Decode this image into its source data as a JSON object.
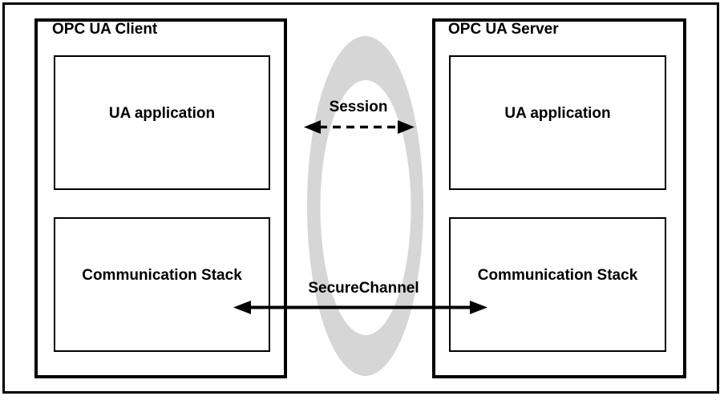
{
  "client": {
    "title": "OPC UA Client",
    "app_label": "UA application",
    "stack_label": "Communication Stack"
  },
  "server": {
    "title": "OPC UA Server",
    "app_label": "UA application",
    "stack_label": "Communication Stack"
  },
  "connections": {
    "session": {
      "label": "Session",
      "line_style": "dashed"
    },
    "secure_channel": {
      "label": "SecureChannel",
      "line_style": "solid"
    }
  },
  "colors": {
    "ink": "#000000",
    "background": "#ffffff",
    "tunnel_gray": "#d6d6d6"
  }
}
